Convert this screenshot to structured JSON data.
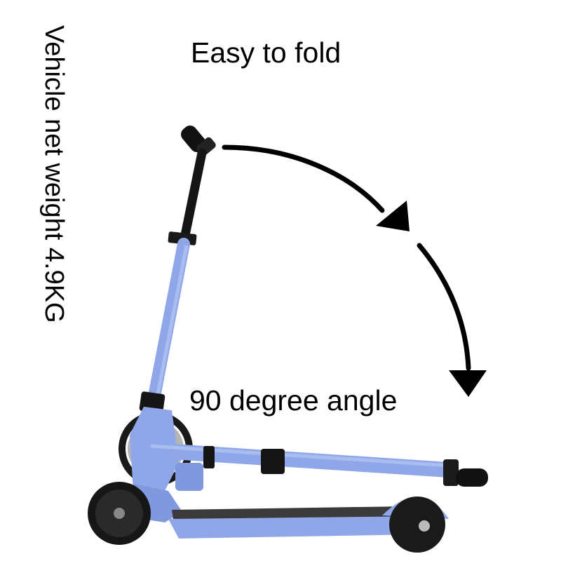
{
  "texts": {
    "side_label": "Vehicle net weight 4.9KG",
    "headline": "Easy to fold",
    "angle_label": "90 degree angle"
  },
  "colors": {
    "frame": "#8fa7e8",
    "frame_shade": "#6d86cf",
    "black": "#111111",
    "deck": "#3a3a3a",
    "arrow": "#000000"
  },
  "icons": {
    "arrow_upper": "curved-arrow-down-right",
    "arrow_lower": "curved-arrow-down"
  }
}
